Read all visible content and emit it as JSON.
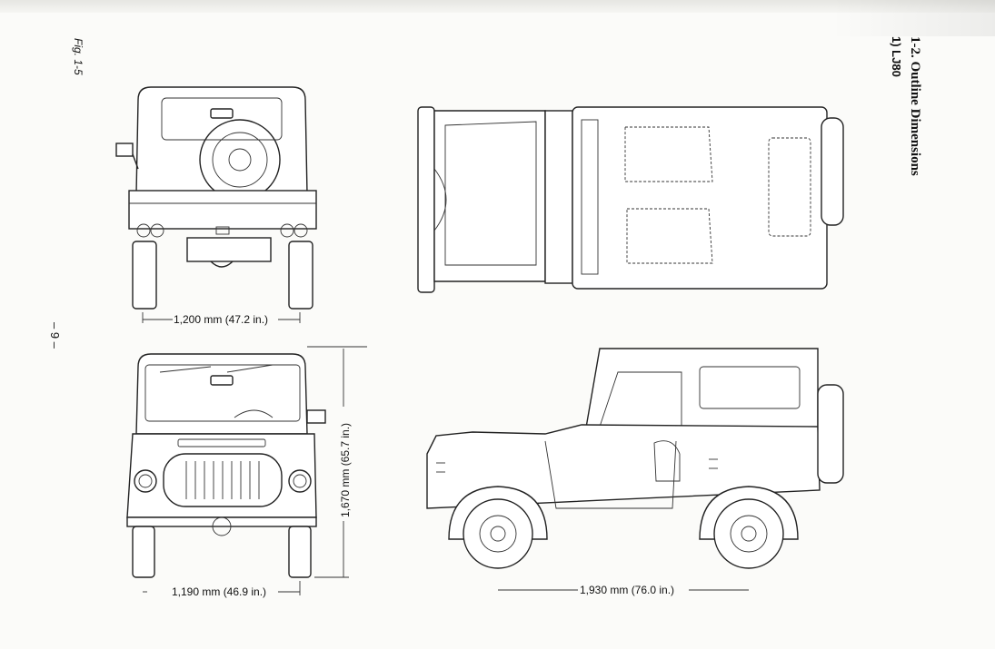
{
  "section": {
    "title": "1-2.  Outline Dimensions",
    "subtitle": "1)  LJ80"
  },
  "figure_label": "Fig. 1-5",
  "page_number": "– 9 –",
  "dimensions": {
    "rear_track": "1,200 mm (47.2 in.)",
    "front_track": "1,190 mm (46.9 in.)",
    "height": "1,670 mm (65.7 in.)",
    "wheelbase": "1,930 mm (76.0 in.)"
  }
}
